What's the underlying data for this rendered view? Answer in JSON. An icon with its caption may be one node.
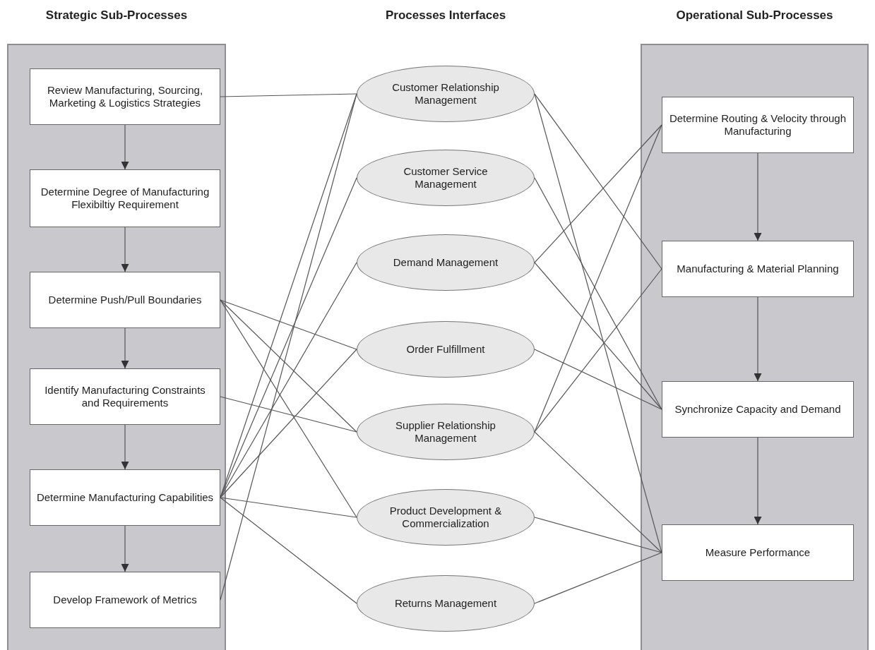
{
  "diagram": {
    "nodes": [
      {
        "text": [
          "Strategic Sub-Processes"
        ]
      },
      {
        "text": [
          "Review Manufacturing, Sourcing, Marketing & Logistics Strategies"
        ],
        "in": 0
      },
      {
        "text": [
          "Determine Degree of Manufacturing Flexibiltiy Requirement"
        ],
        "in": 0
      },
      {
        "text": [
          "Determine Push/Pull Boundaries"
        ],
        "in": 0
      },
      {
        "text": [
          "Identify Manufacturing Constraints and Requirements"
        ],
        "in": 0
      },
      {
        "text": [
          "Determine Manufacturing Capabilities"
        ],
        "in": 0
      },
      {
        "text": [
          "Develop Framework of Metrics"
        ],
        "in": 0
      },
      {
        "text": [
          "Customer Relationship Management"
        ]
      },
      {
        "text": [
          "Customer Service Management"
        ]
      },
      {
        "text": [
          "Demand Management"
        ]
      },
      {
        "text": [
          "Order Fulfillment"
        ]
      },
      {
        "text": [
          "Supplier Relationship Management"
        ]
      },
      {
        "text": [
          "Product Development & Commercialization"
        ]
      },
      {
        "text": [
          "Returns Management"
        ]
      },
      {
        "text": [
          "Operational Sub-Processes"
        ]
      },
      {
        "text": [
          "Determine Routing & Velocity through Manufacturing"
        ],
        "in": 14
      },
      {
        "text": [
          "Manufacturing & Material Planning"
        ],
        "in": 14
      },
      {
        "text": [
          "Synchronize Capacity and Demand"
        ],
        "in": 14
      },
      {
        "text": [
          "Measure Performance"
        ],
        "in": 14
      }
    ],
    "edges": [
      {
        "from": 1,
        "to": 7,
        "arrow": "none"
      },
      {
        "from": 3,
        "to": 10,
        "arrow": "none"
      },
      {
        "from": 3,
        "to": 11,
        "arrow": "none"
      },
      {
        "from": 3,
        "to": 12,
        "arrow": "none"
      },
      {
        "from": 4,
        "to": 11,
        "arrow": "none"
      },
      {
        "from": 5,
        "to": 7,
        "arrow": "none"
      },
      {
        "from": 5,
        "to": 8,
        "arrow": "none"
      },
      {
        "from": 5,
        "to": 9,
        "arrow": "none"
      },
      {
        "from": 5,
        "to": 10,
        "arrow": "none"
      },
      {
        "from": 5,
        "to": 12,
        "arrow": "none"
      },
      {
        "from": 5,
        "to": 13,
        "arrow": "none"
      },
      {
        "from": 6,
        "to": 7,
        "arrow": "none"
      },
      {
        "from": 7,
        "to": 16,
        "arrow": "none"
      },
      {
        "from": 7,
        "to": 18,
        "arrow": "none"
      },
      {
        "from": 8,
        "to": 17,
        "arrow": "none"
      },
      {
        "from": 9,
        "to": 15,
        "arrow": "none"
      },
      {
        "from": 9,
        "to": 17,
        "arrow": "none"
      },
      {
        "from": 10,
        "to": 17,
        "arrow": "none"
      },
      {
        "from": 11,
        "to": 15,
        "arrow": "none"
      },
      {
        "from": 11,
        "to": 16,
        "arrow": "none"
      },
      {
        "from": 11,
        "to": 18,
        "arrow": "none"
      },
      {
        "from": 12,
        "to": 18,
        "arrow": "none"
      },
      {
        "from": 13,
        "to": 18,
        "arrow": "none"
      },
      {
        "from": 1,
        "to": 2,
        "arrow": "to"
      },
      {
        "from": 2,
        "to": 3,
        "arrow": "to"
      },
      {
        "from": 3,
        "to": 4,
        "arrow": "to"
      },
      {
        "from": 4,
        "to": 5,
        "arrow": "to"
      },
      {
        "from": 5,
        "to": 6,
        "arrow": "to"
      },
      {
        "from": 15,
        "to": 16,
        "arrow": "to"
      },
      {
        "from": 16,
        "to": 17,
        "arrow": "to"
      },
      {
        "from": 17,
        "to": 18,
        "arrow": "to"
      }
    ],
    "labels": [
      "Processes Interfaces"
    ]
  }
}
